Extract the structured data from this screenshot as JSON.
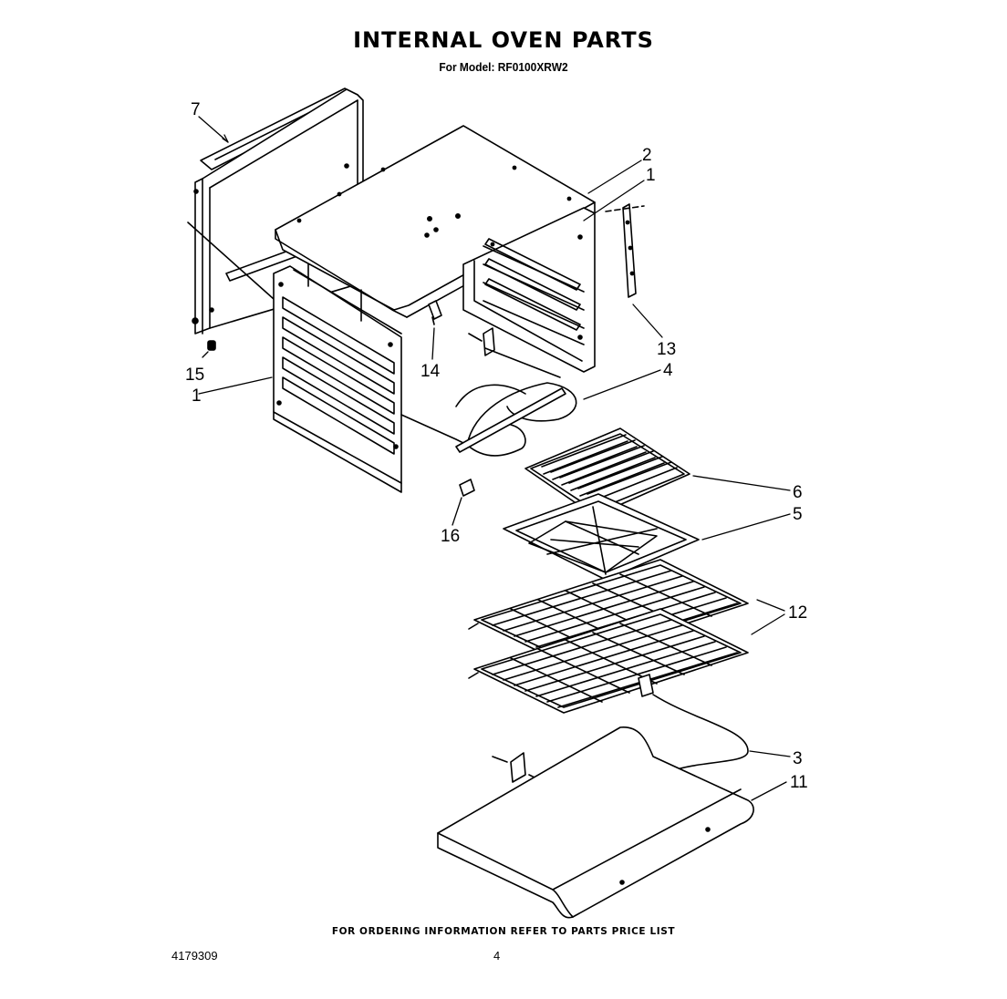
{
  "header": {
    "title": "INTERNAL OVEN PARTS",
    "model_line": "For Model: RF0100XRW2"
  },
  "callouts": [
    "7",
    "2",
    "1",
    "13",
    "4",
    "15",
    "1",
    "14",
    "6",
    "16",
    "5",
    "12",
    "3",
    "11"
  ],
  "footer": {
    "ordering_note": "FOR ORDERING INFORMATION REFER TO PARTS PRICE LIST",
    "document_number": "4179309",
    "page_number": "4"
  }
}
